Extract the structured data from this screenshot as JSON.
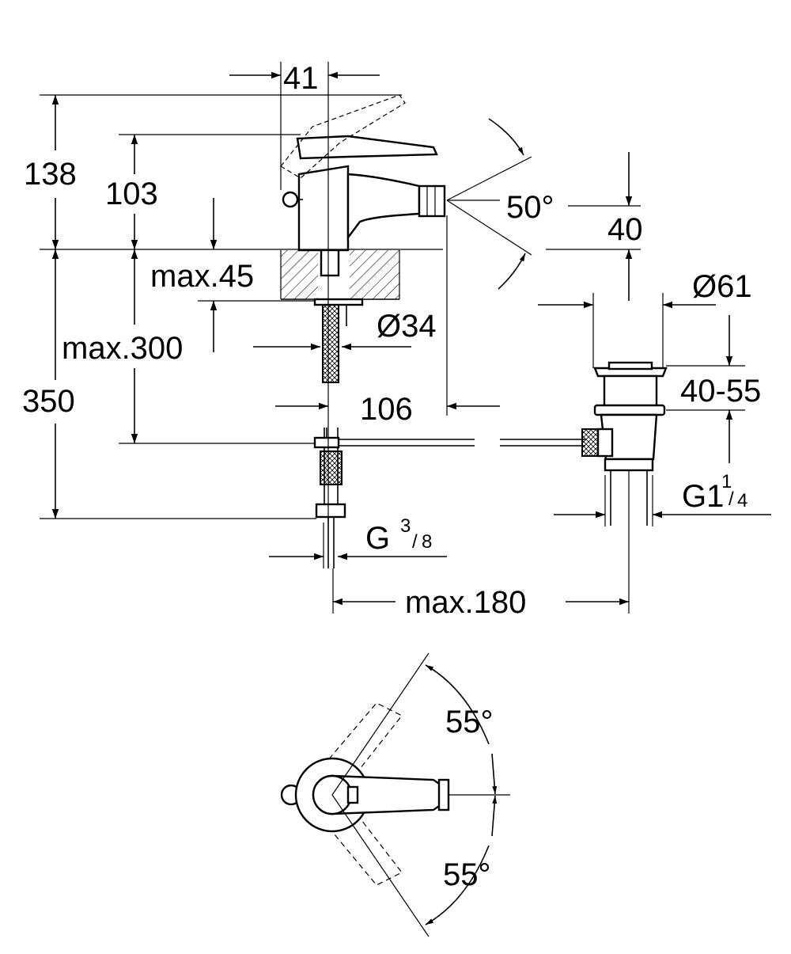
{
  "dimensions": {
    "d41": "41",
    "d138": "138",
    "d103": "103",
    "d50deg": "50°",
    "d40": "40",
    "dmax45": "max.45",
    "d61": "Ø61",
    "d34": "Ø34",
    "dmax300": "max.300",
    "d4055": "40-55",
    "d350": "350",
    "d106": "106",
    "dg114_main": "G1",
    "dg114_num": "1",
    "dg114_den": "4",
    "dg38_main": "G ",
    "dg38_num": "3",
    "dg38_den": "8",
    "dmax180": "max.180",
    "d55a": "55°",
    "d55b": "55°"
  }
}
